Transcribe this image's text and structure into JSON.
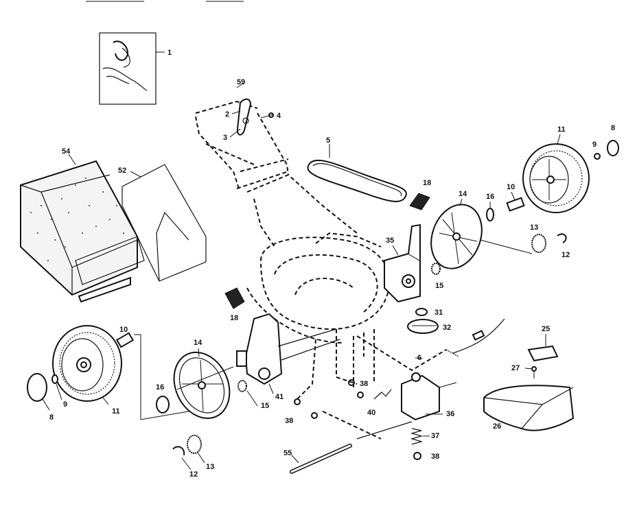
{
  "diagram": {
    "labels": {
      "p1": "1",
      "p2": "2",
      "p3": "3",
      "p4": "4",
      "p5": "5",
      "p59": "59",
      "p54": "54",
      "p52": "52",
      "p18a": "18",
      "p18b": "18",
      "p11a": "11",
      "p11b": "11",
      "p8a": "8",
      "p8b": "8",
      "p9a": "9",
      "p9b": "9",
      "p10a": "10",
      "p10b": "10",
      "p14a": "14",
      "p14b": "14",
      "p16a": "16",
      "p16b": "16",
      "p13a": "13",
      "p13b": "13",
      "p12a": "12",
      "p12b": "12",
      "p15a": "15",
      "p15b": "15",
      "p35": "35",
      "p41": "41",
      "p31": "31",
      "p32": "32",
      "p6": "6",
      "p25": "25",
      "p27": "27",
      "p26": "26",
      "p36": "36",
      "p37": "37",
      "p38a": "38",
      "p38b": "38",
      "p38c": "38",
      "p40": "40",
      "p55": "55"
    },
    "colors": {
      "ink": "#111111",
      "paper": "#ffffff"
    }
  }
}
